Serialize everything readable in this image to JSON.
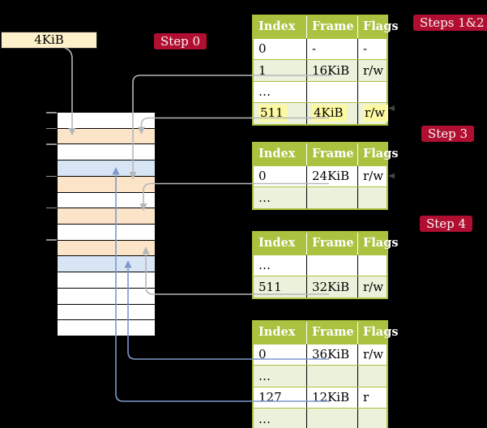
{
  "colors": {
    "header_green": "#a9c23f",
    "row_green": "#ebf1da",
    "peach": "#fce4c8",
    "blue_row": "#d8e5f5",
    "cream": "#fdf0cb",
    "badge_red": "#b00f31",
    "highlight_yellow": "#fdf9a2",
    "arrow_gray": "#b4b7ba",
    "arrow_blue": "#7b98cb",
    "tick_gray": "#919191"
  },
  "frame_box": {
    "label": "4KiB"
  },
  "badges": {
    "step0": "Step 0",
    "steps12": "Steps 1&2",
    "step3": "Step 3",
    "step4": "Step 4"
  },
  "memory": {
    "rows": [
      "white",
      "peach",
      "white",
      "blue",
      "peach",
      "white",
      "peach",
      "white",
      "peach",
      "blue",
      "white",
      "white",
      "white",
      "white"
    ],
    "tick_count": 6
  },
  "tables": [
    {
      "headers": [
        "Index",
        "Frame",
        "Flags"
      ],
      "rows": [
        {
          "cells": [
            "0",
            "-",
            "-"
          ],
          "shade": "white",
          "highlight": false
        },
        {
          "cells": [
            "1",
            "16KiB",
            "r/w"
          ],
          "shade": "green",
          "highlight": false
        },
        {
          "cells": [
            "…",
            "",
            ""
          ],
          "shade": "white",
          "highlight": false
        },
        {
          "cells": [
            "511",
            "4KiB",
            "r/w"
          ],
          "shade": "green",
          "highlight": true
        }
      ]
    },
    {
      "headers": [
        "Index",
        "Frame",
        "Flags"
      ],
      "rows": [
        {
          "cells": [
            "0",
            "24KiB",
            "r/w"
          ],
          "shade": "white",
          "highlight": false
        },
        {
          "cells": [
            "…",
            "",
            ""
          ],
          "shade": "green",
          "highlight": false
        }
      ]
    },
    {
      "headers": [
        "Index",
        "Frame",
        "Flags"
      ],
      "rows": [
        {
          "cells": [
            "…",
            "",
            ""
          ],
          "shade": "white",
          "highlight": false
        },
        {
          "cells": [
            "511",
            "32KiB",
            "r/w"
          ],
          "shade": "green",
          "highlight": false
        }
      ]
    },
    {
      "headers": [
        "Index",
        "Frame",
        "Flags"
      ],
      "rows": [
        {
          "cells": [
            "0",
            "36KiB",
            "r/w"
          ],
          "shade": "white",
          "highlight": false
        },
        {
          "cells": [
            "…",
            "",
            ""
          ],
          "shade": "green",
          "highlight": false
        },
        {
          "cells": [
            "127",
            "12KiB",
            "r"
          ],
          "shade": "white",
          "highlight": false
        },
        {
          "cells": [
            "…",
            "",
            ""
          ],
          "shade": "green",
          "highlight": false
        }
      ]
    }
  ]
}
